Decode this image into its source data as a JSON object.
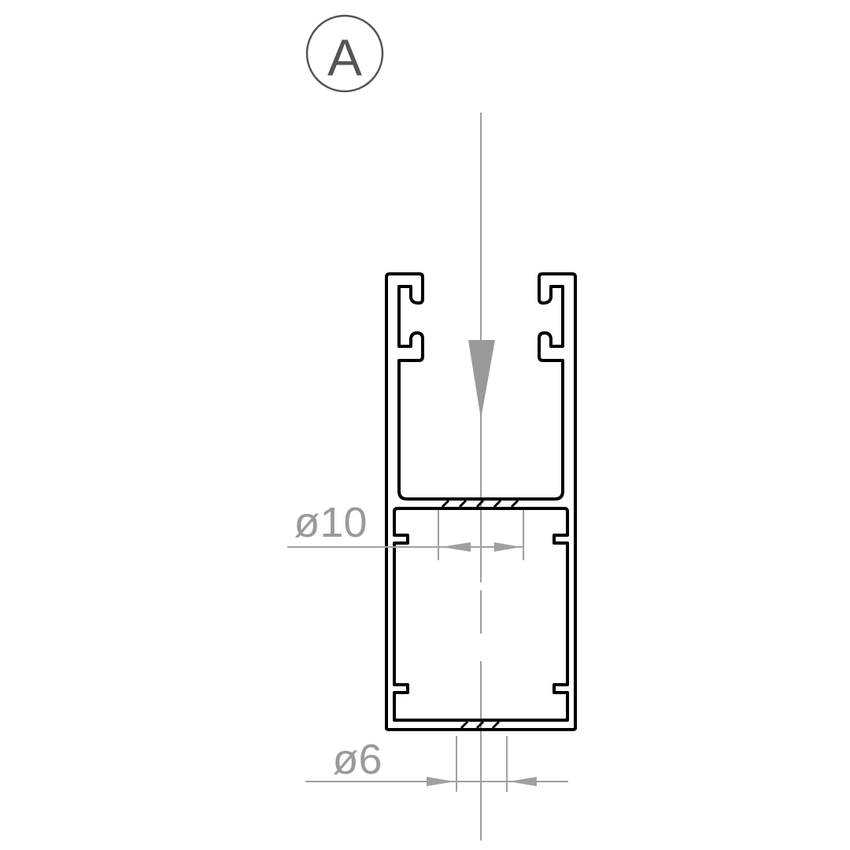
{
  "detail_marker": {
    "label": "A"
  },
  "dimensions": [
    {
      "label": "ø10",
      "value": 10
    },
    {
      "label": "ø6",
      "value": 6
    }
  ],
  "colors": {
    "profile": "#000000",
    "dimension": "#a0a0a0",
    "marker": "#555555"
  }
}
